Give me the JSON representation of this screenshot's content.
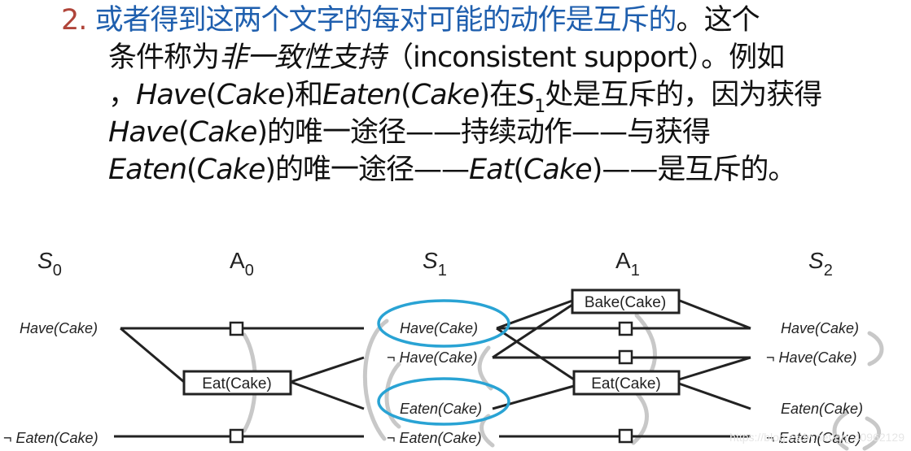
{
  "paragraph": {
    "number": "2.",
    "highlight": "或者得到这两个文字的每对可能的动作是互斥的",
    "l1_end": "。这个",
    "l2a": "条件称为",
    "l2b": "非一致性支持",
    "l2c": "（inconsistent support）。例如",
    "l3a": "，",
    "l3b": "Have",
    "l3c": "(",
    "l3d": "Cake",
    "l3e": ")和",
    "l3f": "Eaten",
    "l3g": "(",
    "l3h": "Cake",
    "l3i": ")在",
    "l3j": "S",
    "l3k": "1",
    "l3l": "处是互斥的，因为获得",
    "l4a": "Have",
    "l4b": "(",
    "l4c": "Cake",
    "l4d": ")的唯一途径——持续动作——与获得",
    "l5a": "Eaten",
    "l5b": "(",
    "l5c": "Cake",
    "l5d": ")的唯一途径——",
    "l5e": "Eat",
    "l5f": "(",
    "l5g": "Cake",
    "l5h": ")——是互斥的。"
  },
  "diagram": {
    "headers": {
      "s0": {
        "main": "S",
        "sub": "0"
      },
      "a0": {
        "main": "A",
        "sub": "0"
      },
      "s1": {
        "main": "S",
        "sub": "1"
      },
      "a1": {
        "main": "A",
        "sub": "1"
      },
      "s2": {
        "main": "S",
        "sub": "2"
      }
    },
    "s0": {
      "have": "Have(Cake)",
      "not_eaten": "¬ Eaten(Cake)"
    },
    "s1": {
      "have": "Have(Cake)",
      "not_have": "¬ Have(Cake)",
      "eaten": "Eaten(Cake)",
      "not_eaten": "¬ Eaten(Cake)"
    },
    "s2": {
      "have": "Have(Cake)",
      "not_have": "¬ Have(Cake)",
      "eaten": "Eaten(Cake)",
      "not_eaten": "¬ Eaten(Cake)"
    },
    "actions": {
      "eat_a0": "Eat(Cake)",
      "bake_a1": "Bake(Cake)",
      "eat_a1": "Eat(Cake)"
    },
    "watermark": "https://blog.csdn.net/qq_40962129",
    "colors": {
      "highlight_ellipse": "#29a3d4",
      "mutex_arc": "#c8c8c8"
    }
  }
}
